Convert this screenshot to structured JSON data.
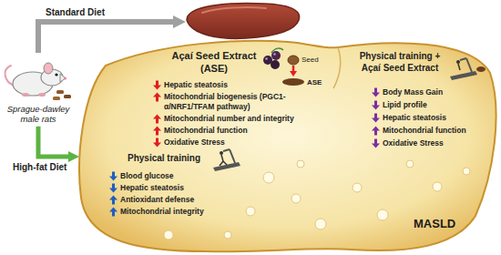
{
  "diagram": {
    "nodes": [
      {
        "text": [
          "Sprague-dawley male rats"
        ]
      },
      {
        "text": [
          "MASLD"
        ]
      }
    ],
    "edges": [
      {
        "from": 0,
        "to": 1,
        "label": "High-fat Diet",
        "arrow": "to"
      }
    ],
    "labels": [
      "Standard Diet",
      "Açaí Seed Extract (ASE)",
      "Seed",
      "ASE",
      "Hepatic steatosis",
      "Mitochondrial biogenesis (PGC1-α/NRF1/TFAM pathway)",
      "Mitochondrial number and integrity",
      "Mitochondrial function",
      "Oxidative Stress",
      "Physical training",
      "Blood glucose",
      "Hepatic steatosis",
      "Antioxidant defense",
      "Mitochondrial integrity",
      "Physical training + Açaí Seed Extract",
      "Body Mass Gain",
      "Lipid profile",
      "Hepatic steatosis",
      "Mitochondrial function",
      "Oxidative Stress"
    ]
  }
}
